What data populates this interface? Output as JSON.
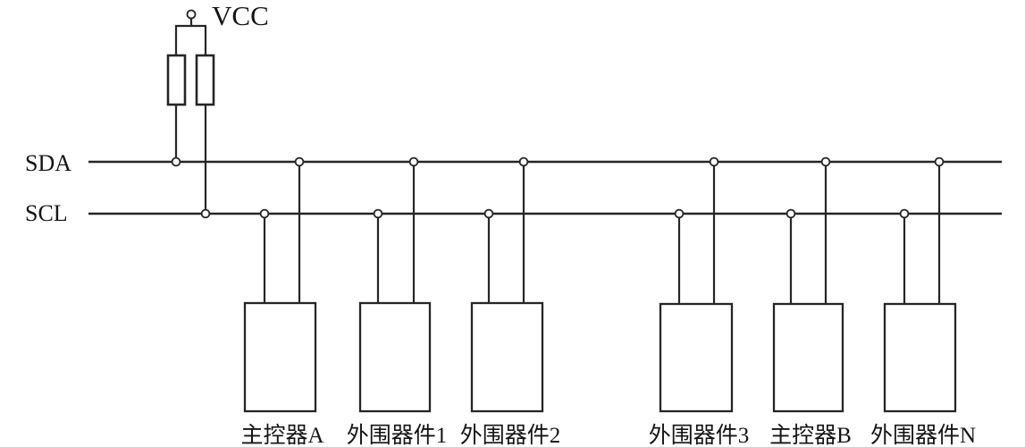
{
  "labels": {
    "vcc": "VCC",
    "sda": "SDA",
    "scl": "SCL"
  },
  "devices": [
    {
      "label": "主控器A"
    },
    {
      "label": "外围器件1"
    },
    {
      "label": "外围器件2"
    },
    {
      "label": "外围器件3"
    },
    {
      "label": "主控器B"
    },
    {
      "label": "外围器件N"
    }
  ],
  "colors": {
    "line": "#262626",
    "text": "#141414",
    "background": "#ffffff"
  }
}
